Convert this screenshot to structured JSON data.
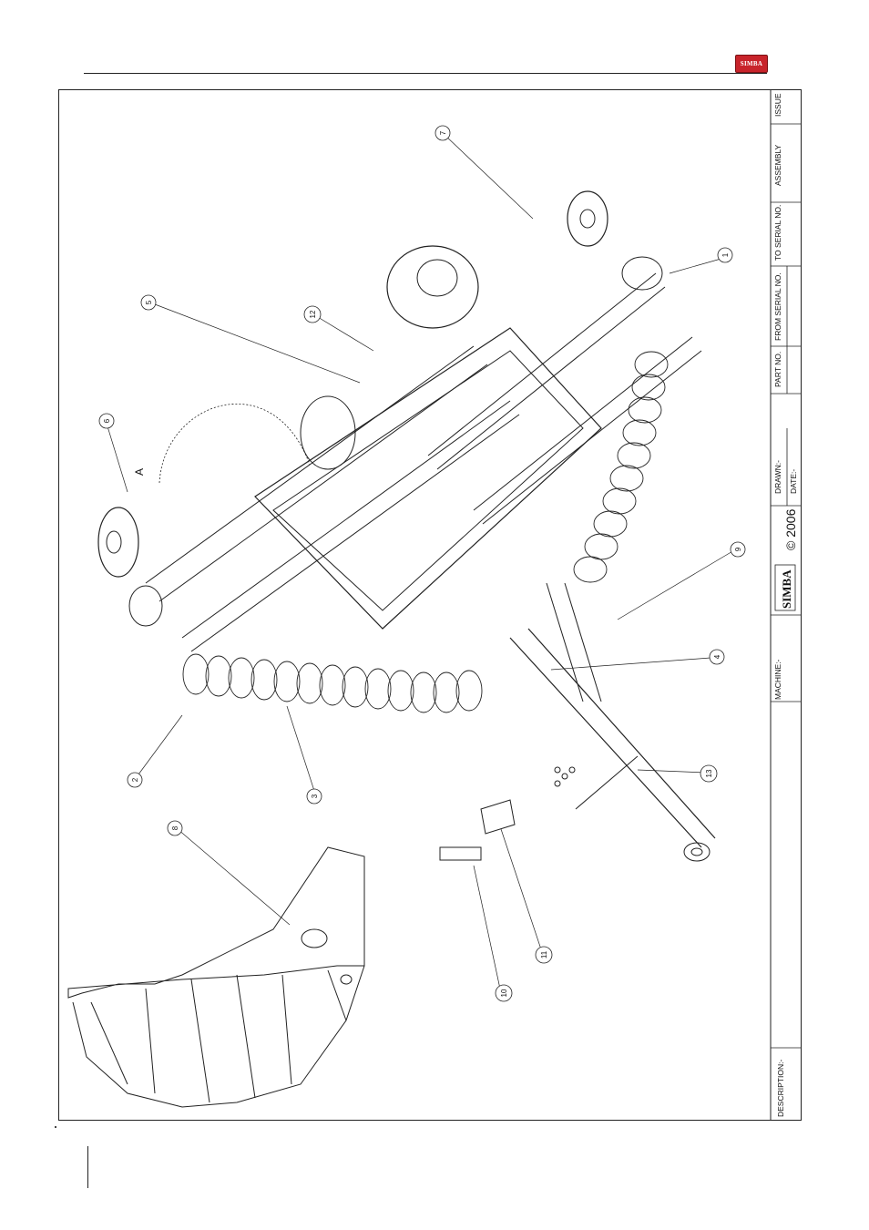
{
  "header": {
    "logo_text": "SIMBA"
  },
  "drawing": {
    "view_label": "A",
    "callouts": [
      "1",
      "2",
      "3",
      "4",
      "5",
      "6",
      "7",
      "8",
      "9",
      "10",
      "11",
      "12",
      "13"
    ]
  },
  "title_block": {
    "issue": "ISSUE",
    "assembly": "ASSEMBLY",
    "to_serial": "TO SERIAL NO.",
    "from_serial": "FROM SERIAL NO.",
    "part_no": "PART NO.",
    "drawn": "DRAWN:-",
    "date": "DATE:-",
    "copyright": "© 2006",
    "brand": "SIMBA",
    "machine": "MACHINE:-",
    "description": "DESCRIPTION:-"
  }
}
